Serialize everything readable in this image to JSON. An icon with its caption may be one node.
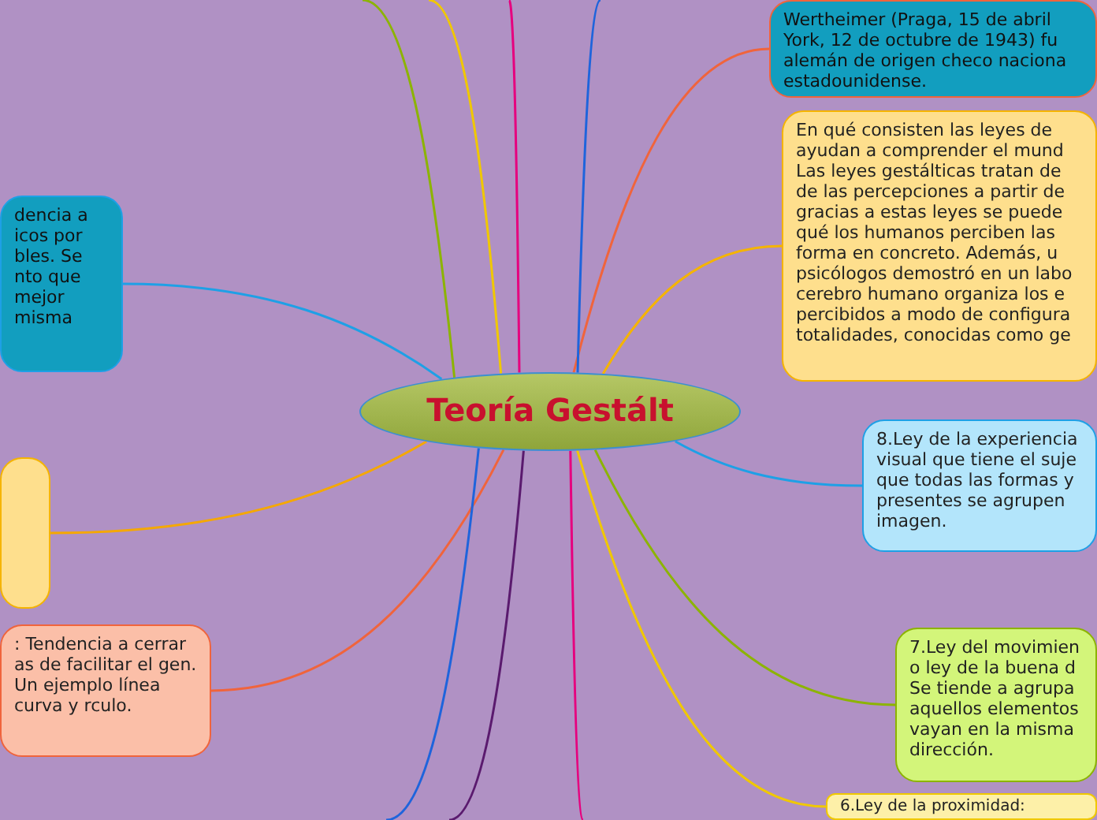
{
  "diagram": {
    "nodes": [
      {
        "text": [
          "Teoría Gestált"
        ]
      },
      {
        "text": [
          "Wertheimer (Praga, 15 de abril York, 12 de octubre de 1943) fu alemán de origen checo naciona estadounidense."
        ]
      },
      {
        "text": [
          "En qué consisten las leyes de ayudan a comprender el mund Las leyes gestálticas tratan de de las percepciones a partir de gracias a estas leyes se puede qué los humanos perciben las forma en concreto. Además, u psicólogos demostró en un labo cerebro humano organiza los e percibidos a modo de configura totalidades, conocidas como ge"
        ]
      },
      {
        "text": [
          "8.Ley de la experiencia visual que tiene el suje que todas las formas y presentes se agrupen imagen."
        ]
      },
      {
        "text": [
          "7.Ley del movimien o ley de la buena d Se tiende a agrupa aquellos elementos vayan en la misma dirección."
        ]
      },
      {
        "text": [
          "6.Ley de la proximidad:"
        ]
      },
      {
        "text": [
          "dencia a icos por bles. Se nto que mejor misma"
        ]
      },
      {
        "text": [],
        "shape": "box"
      },
      {
        "text": [
          ": Tendencia a cerrar as de facilitar el gen. Un ejemplo línea curva y rculo."
        ]
      }
    ],
    "edges": [
      {
        "from": 0,
        "to": 1,
        "arrow": "none",
        "color": "#f0643c"
      },
      {
        "from": 0,
        "to": 2,
        "arrow": "none",
        "color": "#f5b400"
      },
      {
        "from": 0,
        "to": 3,
        "arrow": "none",
        "color": "#1ea0e6"
      },
      {
        "from": 0,
        "to": 4,
        "arrow": "none",
        "color": "#8cb400"
      },
      {
        "from": 0,
        "to": 5,
        "arrow": "none",
        "color": "#f0c800"
      },
      {
        "from": 0,
        "to": 6,
        "arrow": "none",
        "color": "#1ea0e6"
      },
      {
        "from": 0,
        "to": 7,
        "arrow": "none",
        "color": "#f5a800"
      },
      {
        "from": 0,
        "to": 8,
        "arrow": "none",
        "color": "#f0643c"
      },
      {
        "from": 0,
        "to": null,
        "arrow": "none",
        "color": "#8cb400"
      },
      {
        "from": 0,
        "to": null,
        "arrow": "none",
        "color": "#f0c800"
      },
      {
        "from": 0,
        "to": null,
        "arrow": "none",
        "color": "#e6007e"
      },
      {
        "from": 0,
        "to": null,
        "arrow": "none",
        "color": "#1e64dc"
      },
      {
        "from": 0,
        "to": null,
        "arrow": "none",
        "color": "#1e64dc"
      },
      {
        "from": 0,
        "to": null,
        "arrow": "none",
        "color": "#5a1a6e"
      },
      {
        "from": 0,
        "to": null,
        "arrow": "none",
        "color": "#e6007e"
      }
    ]
  }
}
